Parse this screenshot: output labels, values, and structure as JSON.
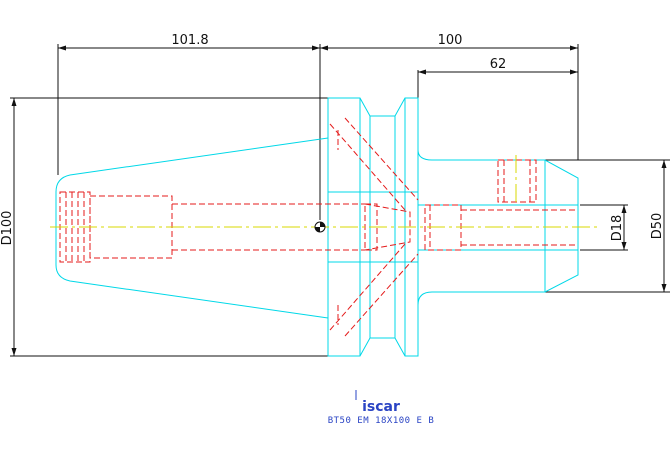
{
  "dimensions": {
    "length_left": "101.8",
    "length_right": "100",
    "length_shank": "62",
    "diameter_flange": "D100",
    "diameter_bore": "D18",
    "diameter_body": "D50"
  },
  "logo": {
    "brand": "iscar"
  },
  "caption": "BT50  EM  18X100  E  B",
  "colors": {
    "outline": "#00d8e8",
    "hidden": "#e41b1b",
    "centerline": "#d8d800",
    "dimension": "#111111",
    "caption": "#2a44c4"
  }
}
